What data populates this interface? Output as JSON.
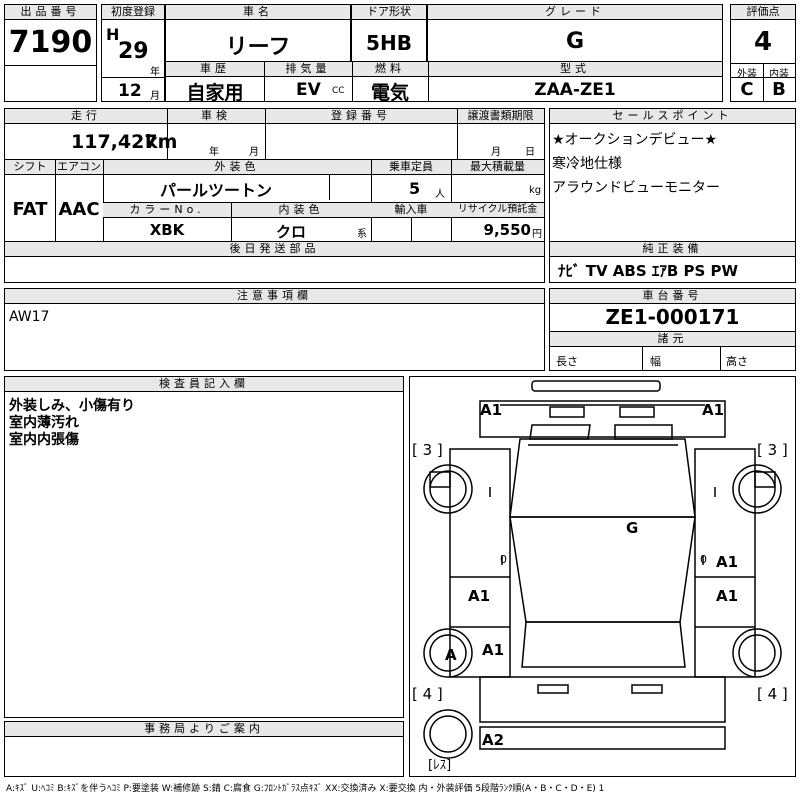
{
  "labels": {
    "lot_no": "出品番号",
    "first_reg": "初度登録",
    "car_name": "車名",
    "door_type": "ドア形状",
    "grade": "グレード",
    "score": "評価点",
    "history": "車歴",
    "displacement": "排気量",
    "fuel": "燃料",
    "model_code": "型式",
    "exterior": "外装",
    "interior": "内装",
    "mileage": "走行",
    "inspection": "車検",
    "reg_no": "登録番号",
    "transfer_deadline": "譲渡書類期限",
    "sales_point": "セールスポイント",
    "shift": "シフト",
    "aircon": "エアコン",
    "ext_color": "外装色",
    "capacity": "乗車定員",
    "max_load": "最大積載量",
    "color_no": "カラーNo.",
    "int_color": "内装色",
    "import": "輸入車",
    "recycle": "リサイクル預託金",
    "later_parts": "後日発送部品",
    "genuine_equipment": "純正装備",
    "notes": "注意事項欄",
    "chassis_no": "車台番号",
    "dimensions": "諸元",
    "length": "長さ",
    "width": "幅",
    "height": "高さ",
    "inspector": "検査員記入欄",
    "office": "事務局よりご案内"
  },
  "units": {
    "year": "年",
    "month": "月",
    "cc": "CC",
    "km": "km",
    "persons": "人",
    "kg": "kg",
    "system": "系",
    "yen": "円"
  },
  "lot_no": "7190",
  "era": "H",
  "reg_year": "29",
  "reg_month": "12",
  "car_name": "リーフ",
  "door_type": "5HB",
  "grade": "G",
  "score": "4",
  "history": "自家用",
  "displacement": "EV",
  "fuel": "電気",
  "model_code": "ZAA-ZE1",
  "exterior_grade": "C",
  "interior_grade": "B",
  "mileage": "117,427",
  "shift": "FAT",
  "aircon": "AAC",
  "ext_color": "パールツートン",
  "capacity": "5",
  "color_no": "XBK",
  "int_color": "クロ",
  "recycle_fee": "9,550",
  "sales_points": [
    "★オークションデビュー★",
    "寒冷地仕様",
    "アラウンドビューモニター"
  ],
  "genuine_equipment": "ﾅﾋﾞ TV ABS ｴｱB PS PW",
  "notes": "AW17",
  "chassis_no": "ZE1-000171",
  "inspector_comments": [
    "外装しみ、小傷有り",
    "室内薄汚れ",
    "室内内張傷"
  ],
  "diagram_marks": [
    "A1",
    "A1",
    "[ 3 ]",
    "[ 3 ]",
    "G",
    "0",
    "0",
    "A1",
    "A1",
    "A1",
    "A",
    "A1",
    "[ 4 ]",
    "[ 4 ]",
    "A2",
    "[ﾚｽ]"
  ],
  "legend": "A:ｷｽﾞ U:ﾍｺﾐ B:ｷｽﾞを伴うﾍｺﾐ P:要塗装 W:補修跡 S:錆 C:腐食 G:ﾌﾛﾝﾄｶﾞﾗｽ点ｷｽﾞ XX:交換済み X:要交換 内・外装評価 5段階ﾗﾝｸ順(A・B・C・D・E) 1"
}
